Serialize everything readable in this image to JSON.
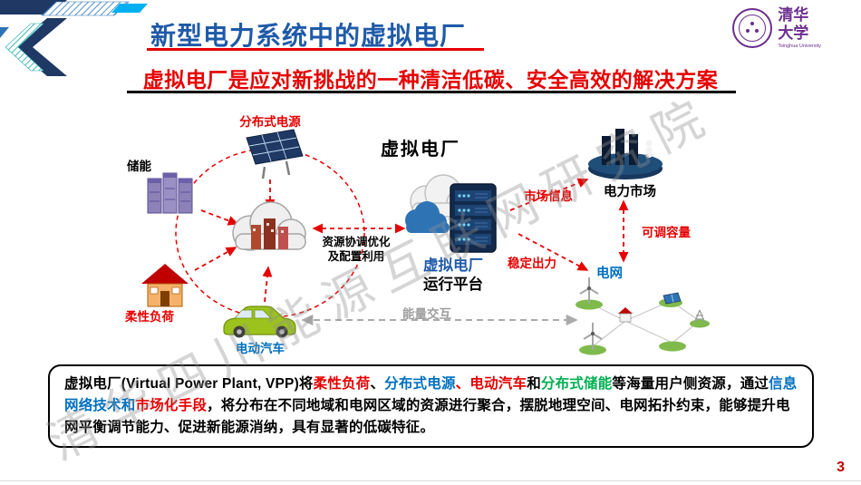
{
  "slide": {
    "title": "新型电力系统中的虚拟电厂",
    "subtitle": "虚拟电厂是应对新挑战的一种清洁低碳、安全高效的解决方案",
    "page_number": "3",
    "watermark": "清华四川能源互联网研究院"
  },
  "logo": {
    "name": "清华大学",
    "subtext": "Tsinghua University"
  },
  "diagram": {
    "title": "虚拟电厂",
    "labels": {
      "distributed_generation": "分布式电源",
      "energy_storage": "储能",
      "flexible_load": "柔性负荷",
      "electric_vehicle": "电动汽车",
      "coordination_line1": "资源协调优化",
      "coordination_line2": "及配置利用",
      "platform_line1": "虚拟电厂",
      "platform_line2": "运行平台",
      "market_info": "市场信息",
      "power_market": "电力市场",
      "adjustable_capacity": "可调容量",
      "stable_output": "稳定出力",
      "power_grid": "电网",
      "energy_exchange": "能量交互"
    }
  },
  "description": {
    "segments": [
      {
        "text": "虚拟电厂(Virtual Power Plant, VPP)将",
        "color": "#000000"
      },
      {
        "text": "柔性负荷",
        "color": "#E60000"
      },
      {
        "text": "、",
        "color": "#000000"
      },
      {
        "text": "分布式电源",
        "color": "#0070C0"
      },
      {
        "text": "、",
        "color": "#E60000"
      },
      {
        "text": "电动汽车",
        "color": "#E60000"
      },
      {
        "text": "和",
        "color": "#000000"
      },
      {
        "text": "分布式储能",
        "color": "#00B050"
      },
      {
        "text": "等海量用户侧资源，通过",
        "color": "#000000"
      },
      {
        "text": "信息网络技术和",
        "color": "#0070C0"
      },
      {
        "text": "市场化手段",
        "color": "#E60000"
      },
      {
        "text": "，将分布在不同地域和电网区域的资源进行聚合，",
        "color": "#000000"
      },
      {
        "text": "摆脱地理空间、电网拓扑约束",
        "color": "#000000"
      },
      {
        "text": "，能够提升电网平衡调节能力、促进新能源消纳，具有显著的低碳特征。",
        "color": "#000000"
      }
    ]
  },
  "colors": {
    "title_blue": "#1F5AA8",
    "accent_red": "#E60000",
    "accent_blue": "#0070C0",
    "accent_green": "#00B050",
    "navy": "#1F3864",
    "gray_arrow": "#ABABAB"
  }
}
